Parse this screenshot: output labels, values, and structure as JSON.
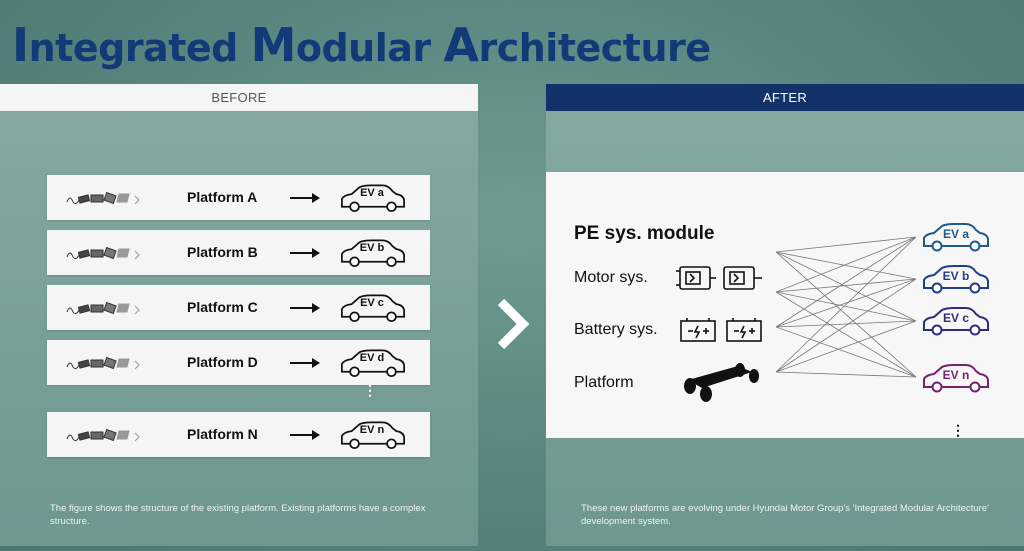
{
  "title": {
    "w1_cap": "I",
    "w1_rest": "ntegrated ",
    "w2_cap": "M",
    "w2_rest": "odular ",
    "w3_cap": "A",
    "w3_rest": "rchitecture"
  },
  "before": {
    "header": "BEFORE",
    "rows": [
      {
        "platform": "Platform A",
        "ev": "EV a"
      },
      {
        "platform": "Platform B",
        "ev": "EV b"
      },
      {
        "platform": "Platform C",
        "ev": "EV c"
      },
      {
        "platform": "Platform D",
        "ev": "EV d"
      },
      {
        "platform": "Platform N",
        "ev": "EV n"
      }
    ],
    "dots": "⋮",
    "caption": "The figure shows the structure of the existing platform. Existing platforms have a complex structure."
  },
  "after": {
    "header": "AFTER",
    "module_title": "PE sys. module",
    "motor": "Motor sys.",
    "battery": "Battery sys.",
    "platform": "Platform",
    "evs": [
      {
        "label": "EV a",
        "color": "#1f5a8c"
      },
      {
        "label": "EV b",
        "color": "#1d3f8a"
      },
      {
        "label": "EV c",
        "color": "#2d2f7a"
      },
      {
        "label": "EV n",
        "color": "#7a1f6e"
      }
    ],
    "dots": "⋮",
    "caption": "These new platforms are evolving under Hyundai Motor Group's 'Integrated Modular Architecture' development system."
  },
  "icons": {
    "next": "chevron-right-icon",
    "parts": "car-parts-icon",
    "car": "car-outline-icon",
    "motor": "motor-icon",
    "battery": "battery-icon",
    "chassis": "skateboard-chassis-icon"
  }
}
